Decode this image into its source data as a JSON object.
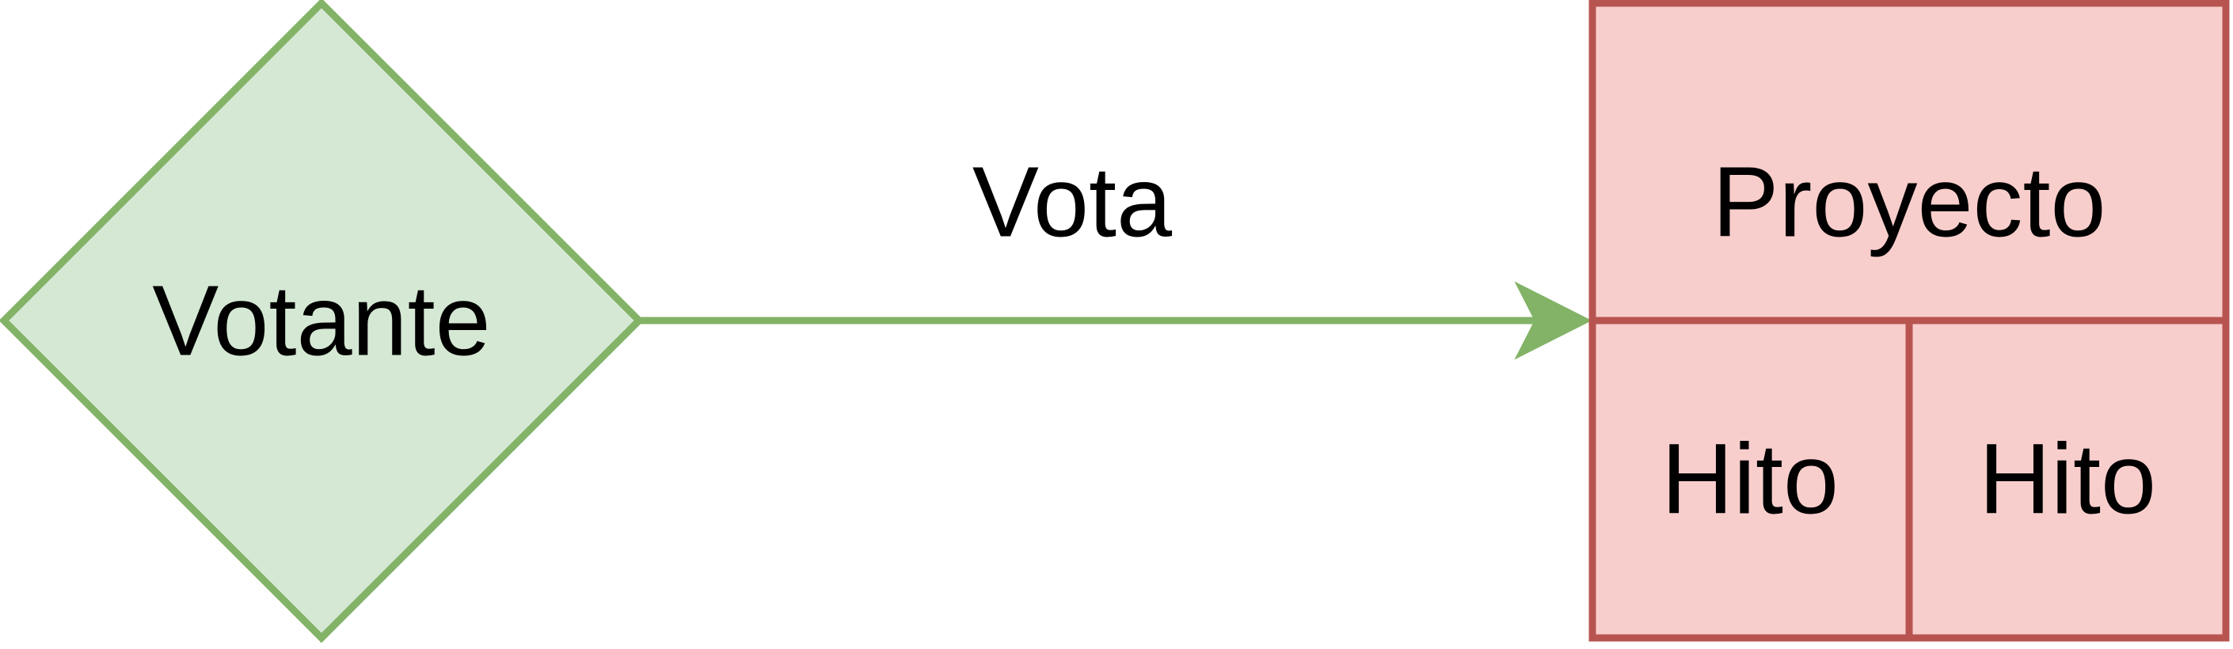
{
  "nodes": {
    "voter": {
      "label": "Votante"
    },
    "project": {
      "label": "Proyecto"
    },
    "milestone_left": {
      "label": "Hito"
    },
    "milestone_right": {
      "label": "Hito"
    }
  },
  "edges": {
    "vote": {
      "label": "Vota"
    }
  },
  "colors": {
    "voter_fill": "#d5e8d4",
    "voter_stroke": "#82b366",
    "project_fill": "#f8cecc",
    "project_stroke": "#b85450",
    "arrow": "#82b366",
    "text": "#000000"
  }
}
